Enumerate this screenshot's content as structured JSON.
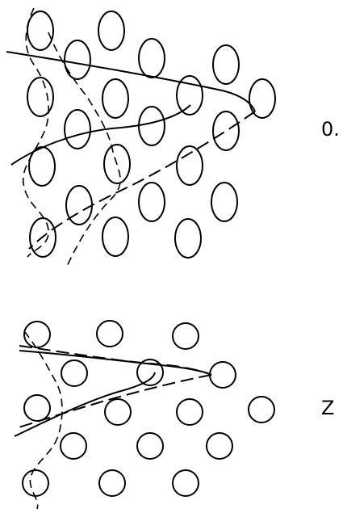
{
  "panels": [
    {
      "id": "top",
      "label": "0."
    },
    {
      "id": "bottom",
      "label": "Z"
    }
  ]
}
